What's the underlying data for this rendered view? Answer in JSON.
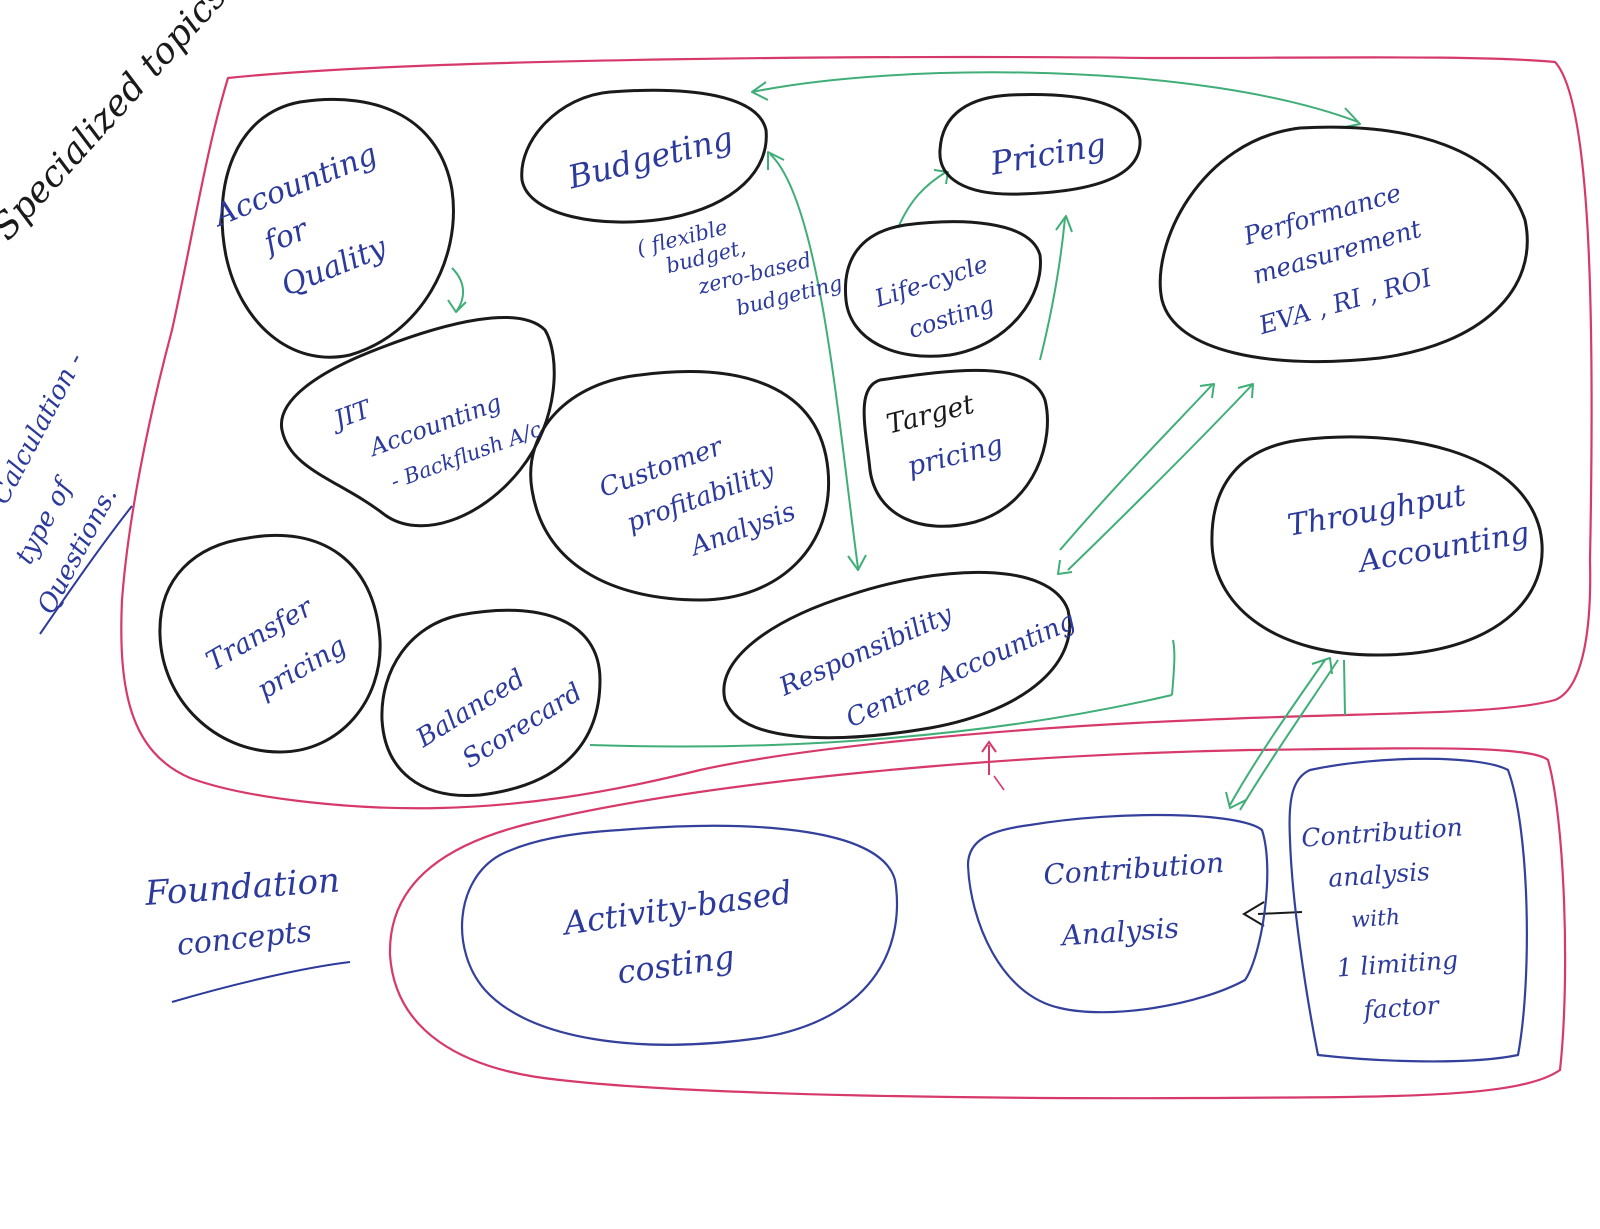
{
  "regions": {
    "specialized": "Specialized topics",
    "calculation": [
      "Calculation -",
      "type of",
      "Questions."
    ],
    "foundation": [
      "Foundation",
      "concepts"
    ]
  },
  "topics": {
    "accounting_quality": [
      "Accounting",
      "for",
      "Quality"
    ],
    "budgeting": "Budgeting",
    "budgeting_note": [
      "( flexible",
      "budget,",
      "zero-based",
      "budgeting"
    ],
    "pricing": "Pricing",
    "life_cycle": [
      "Life-cycle",
      "costing"
    ],
    "performance": [
      "Performance",
      "measurement",
      "EVA , RI , ROI"
    ],
    "jit": [
      "JIT",
      "Accounting",
      "- Backflush A/c"
    ],
    "customer": [
      "Customer",
      "profitability",
      "Analysis"
    ],
    "target": [
      "Target",
      "pricing"
    ],
    "throughput": [
      "Throughput",
      "Accounting"
    ],
    "transfer": [
      "Transfer",
      "pricing"
    ],
    "balanced": [
      "Balanced",
      "Scorecard"
    ],
    "responsibility": [
      "Responsibility",
      "Centre Accounting"
    ],
    "abc": [
      "Activity-based",
      "costing"
    ],
    "contribution": [
      "Contribution",
      "Analysis"
    ],
    "limiting": [
      "Contribution",
      "analysis",
      "with",
      "1 limiting",
      "factor"
    ]
  },
  "colors": {
    "outline": "#1a1a1a",
    "ink_blue": "#2b3a9c",
    "region_red": "#d6396a",
    "arrow_green": "#3fae77"
  }
}
